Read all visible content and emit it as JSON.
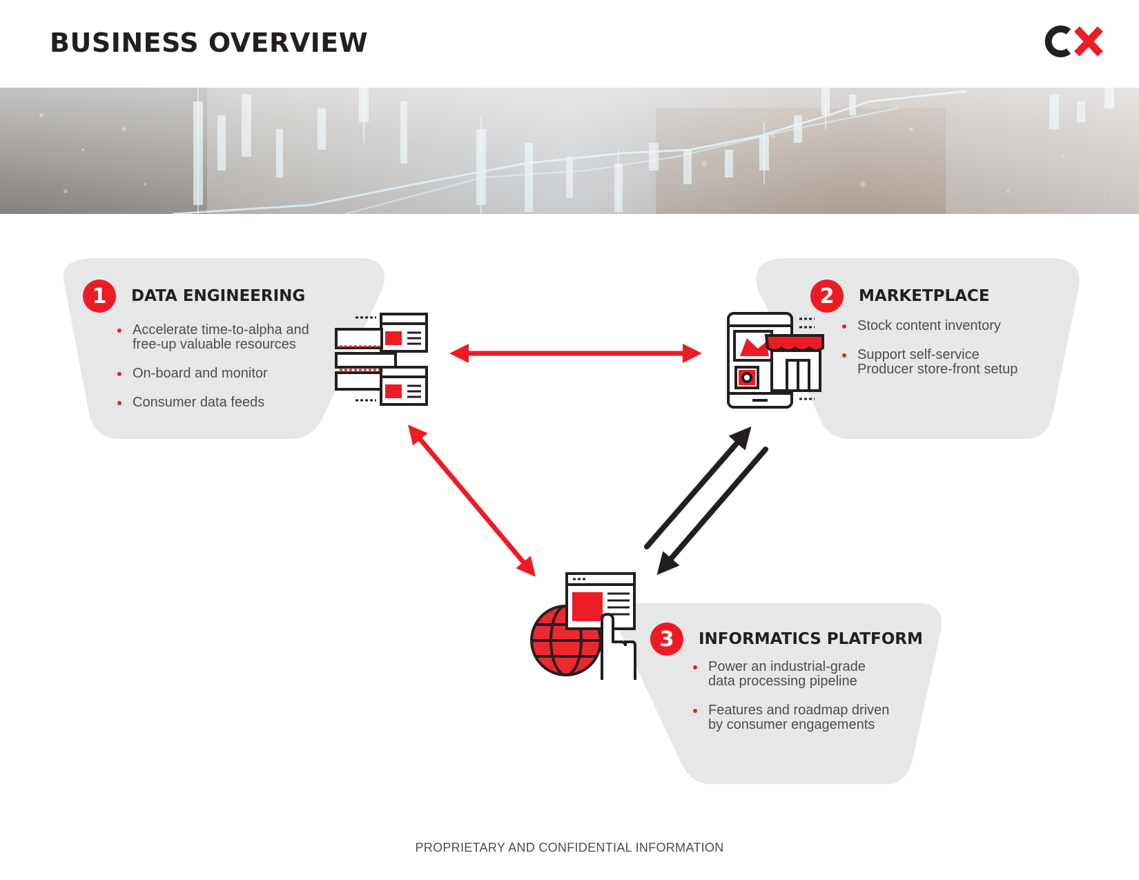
{
  "header": {
    "title": "BUSINESS OVERVIEW",
    "logo_text": "CX"
  },
  "colors": {
    "accent": "#ed1c24",
    "dark": "#231f20",
    "panel": "#e6e7e8",
    "text": "#4d4d4f"
  },
  "blocks": [
    {
      "number": "1",
      "title": "DATA ENGINEERING",
      "icon": "server-stack-icon",
      "bullets": [
        "Accelerate time-to-alpha and\nfree-up valuable resources",
        "On-board and monitor",
        "Consumer data feeds"
      ]
    },
    {
      "number": "2",
      "title": "MARKETPLACE",
      "icon": "mobile-storefront-icon",
      "bullets": [
        "Stock content inventory",
        "Support self-service\nProducer store-front setup"
      ]
    },
    {
      "number": "3",
      "title": "INFORMATICS PLATFORM",
      "icon": "globe-web-touch-icon",
      "bullets": [
        "Power an industrial-grade\ndata processing pipeline",
        "Features and roadmap driven\nby consumer engagements"
      ]
    }
  ],
  "footer": {
    "text": "PROPRIETARY AND CONFIDENTIAL INFORMATION"
  }
}
